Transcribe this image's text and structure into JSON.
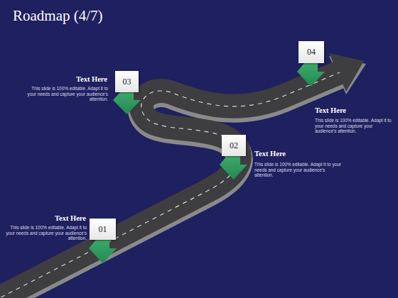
{
  "diagram": {
    "title": "Roadmap (4/7)",
    "nodes": [
      {
        "text": [
          "01"
        ]
      },
      {
        "text": [
          "02"
        ]
      },
      {
        "text": [
          "03"
        ]
      },
      {
        "text": [
          "04"
        ]
      }
    ],
    "labels": [
      "Text Here",
      "This slide is 100% editable. Adapt it to your needs and capture your audience's attention.",
      "Text Here",
      "This slide is 100% editable. Adapt it to your needs and capture your audience's attention.",
      "Text Here",
      "This slide is 100% editable. Adapt it to your needs and capture your audience's attention.",
      "Text Here",
      "This slide is 100% editable. Adapt it to your needs and capture your audience's attention."
    ]
  }
}
